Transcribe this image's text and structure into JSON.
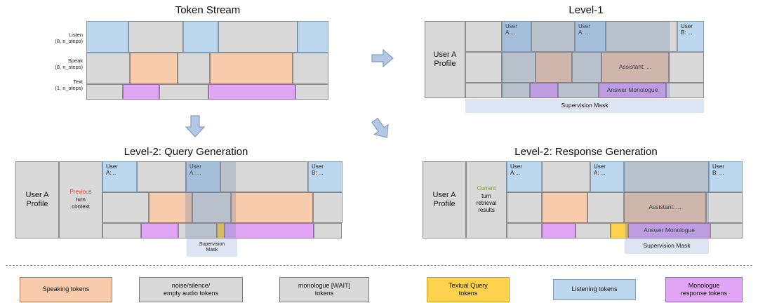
{
  "panels": {
    "token_stream": {
      "title": "Token Stream",
      "row_labels": [
        {
          "name": "Listen",
          "shape": "(8, n_steps)"
        },
        {
          "name": "Speak",
          "shape": "(8, n_steps)"
        },
        {
          "name": "Text",
          "shape": "(1, n_steps)"
        }
      ],
      "listen_row": [
        {
          "kind": "listening",
          "w": 60
        },
        {
          "kind": "empty",
          "w": 78
        },
        {
          "kind": "listening",
          "w": 50
        },
        {
          "kind": "empty",
          "w": 113
        },
        {
          "kind": "listening",
          "w": 44
        }
      ],
      "speak_row": [
        {
          "kind": "empty",
          "w": 62
        },
        {
          "kind": "speaking",
          "w": 68
        },
        {
          "kind": "empty",
          "w": 46
        },
        {
          "kind": "speaking",
          "w": 118
        },
        {
          "kind": "empty",
          "w": 51
        }
      ],
      "text_row": [
        {
          "kind": "wait",
          "w": 52
        },
        {
          "kind": "monologue",
          "w": 52
        },
        {
          "kind": "wait",
          "w": 70
        },
        {
          "kind": "monologue",
          "w": 124
        },
        {
          "kind": "wait",
          "w": 47
        }
      ]
    },
    "level1": {
      "title": "Level-1",
      "profile_label": "User A\nProfile",
      "listen_row": [
        {
          "kind": "empty",
          "w": 52,
          "text": ""
        },
        {
          "kind": "listening",
          "w": 42,
          "text": "User\nA:..."
        },
        {
          "kind": "empty",
          "w": 62,
          "text": ""
        },
        {
          "kind": "listening",
          "w": 44,
          "text": "User\nA: ..."
        },
        {
          "kind": "empty",
          "w": 102,
          "text": ""
        },
        {
          "kind": "listening",
          "w": 38,
          "text": "User\nB: ..."
        }
      ],
      "speak_row": [
        {
          "kind": "empty",
          "w": 52,
          "text": ""
        },
        {
          "kind": "empty",
          "w": 48,
          "text": ""
        },
        {
          "kind": "speaking",
          "w": 52,
          "text": ""
        },
        {
          "kind": "empty",
          "w": 42,
          "text": ""
        },
        {
          "kind": "speaking",
          "w": 96,
          "text": "Assistant: ..."
        },
        {
          "kind": "empty",
          "w": 50,
          "text": ""
        }
      ],
      "text_row": [
        {
          "kind": "empty",
          "w": 52,
          "text": ""
        },
        {
          "kind": "wait",
          "w": 40,
          "text": ""
        },
        {
          "kind": "monologue",
          "w": 40,
          "text": ""
        },
        {
          "kind": "wait",
          "w": 58,
          "text": ""
        },
        {
          "kind": "monologue",
          "w": 96,
          "text": "Answer Monologue"
        },
        {
          "kind": "wait",
          "w": 54,
          "text": ""
        }
      ],
      "mask_label": "Supervision Mask"
    },
    "level2_query": {
      "title": "Level-2: Query Generation",
      "profile_label": "User A\nProfile",
      "context_prefix": "Previous",
      "context_rest": "turn\ncontext",
      "listen_row": [
        {
          "kind": "listening",
          "w": 46,
          "text": "User\nA:..."
        },
        {
          "kind": "empty",
          "w": 66,
          "text": ""
        },
        {
          "kind": "listening",
          "w": 46,
          "text": "User\nA: ..."
        },
        {
          "kind": "empty",
          "w": 118,
          "text": ""
        },
        {
          "kind": "listening",
          "w": 46,
          "text": "User\nB: ..."
        }
      ],
      "speak_row": [
        {
          "kind": "empty",
          "w": 62,
          "text": ""
        },
        {
          "kind": "speaking",
          "w": 58,
          "text": ""
        },
        {
          "kind": "empty",
          "w": 52,
          "text": ""
        },
        {
          "kind": "speaking",
          "w": 110,
          "text": ""
        },
        {
          "kind": "empty",
          "w": 40,
          "text": ""
        }
      ],
      "text_row": [
        {
          "kind": "wait",
          "w": 52,
          "text": ""
        },
        {
          "kind": "monologue",
          "w": 50,
          "text": ""
        },
        {
          "kind": "wait",
          "w": 52,
          "text": ""
        },
        {
          "kind": "query",
          "w": 10,
          "text": ""
        },
        {
          "kind": "monologue",
          "w": 120,
          "text": ""
        },
        {
          "kind": "wait",
          "w": 38,
          "text": ""
        }
      ],
      "mask_label": "Supervision\nMask"
    },
    "level2_response": {
      "title": "Level-2: Response Generation",
      "profile_label": "User A\nProfile",
      "context_prefix": "Current",
      "context_rest": "turn\nretrieval\nresults",
      "listen_row": [
        {
          "kind": "listening",
          "w": 48,
          "text": "User\nA:..."
        },
        {
          "kind": "empty",
          "w": 66,
          "text": ""
        },
        {
          "kind": "listening",
          "w": 46,
          "text": "User\nA: ..."
        },
        {
          "kind": "empty",
          "w": 116,
          "text": ""
        },
        {
          "kind": "listening",
          "w": 46,
          "text": "User\nB: ..."
        }
      ],
      "speak_row": [
        {
          "kind": "empty",
          "w": 48,
          "text": ""
        },
        {
          "kind": "speaking",
          "w": 62,
          "text": ""
        },
        {
          "kind": "empty",
          "w": 50,
          "text": ""
        },
        {
          "kind": "speaking",
          "w": 112,
          "text": "Assistant: ..."
        },
        {
          "kind": "empty",
          "w": 50,
          "text": ""
        }
      ],
      "text_row": [
        {
          "kind": "wait",
          "w": 48,
          "text": ""
        },
        {
          "kind": "monologue",
          "w": 46,
          "text": ""
        },
        {
          "kind": "wait",
          "w": 48,
          "text": ""
        },
        {
          "kind": "query",
          "w": 24,
          "text": ""
        },
        {
          "kind": "monologue",
          "w": 112,
          "text": "Answer Monologue"
        },
        {
          "kind": "wait",
          "w": 44,
          "text": ""
        }
      ],
      "mask_label": "Supervision Mask"
    }
  },
  "arrows": {
    "to_level1": "arrow-right",
    "to_query": "arrow-down",
    "to_response": "arrow-diagonal-down-left"
  },
  "legend": [
    {
      "label": "Speaking tokens",
      "kind": "speaking",
      "color": "#f8cbad"
    },
    {
      "label": "noise/silence/\nempty audio tokens",
      "kind": "empty",
      "color": "#d9d9d9"
    },
    {
      "label": "monologue [WAIT]\ntokens",
      "kind": "wait",
      "color": "#d9d9d9"
    },
    {
      "label": "Textual Query\ntokens",
      "kind": "query",
      "color": "#ffd24d"
    },
    {
      "label": "Listening tokens",
      "kind": "listening",
      "color": "#bdd7ee"
    },
    {
      "label": "Monologue\nresponse tokens",
      "kind": "monologue",
      "color": "#e0a6f5"
    }
  ],
  "colors": {
    "speaking": "#f8cbad",
    "empty": "#d9d9d9",
    "wait": "#d9d9d9",
    "query": "#ffd24d",
    "listening": "#bdd7ee",
    "monologue": "#e0a6f5",
    "mask": "#dde5f2",
    "arrow": "#b4c7e7",
    "previous": "#e03c31",
    "current": "#7d9b35"
  }
}
